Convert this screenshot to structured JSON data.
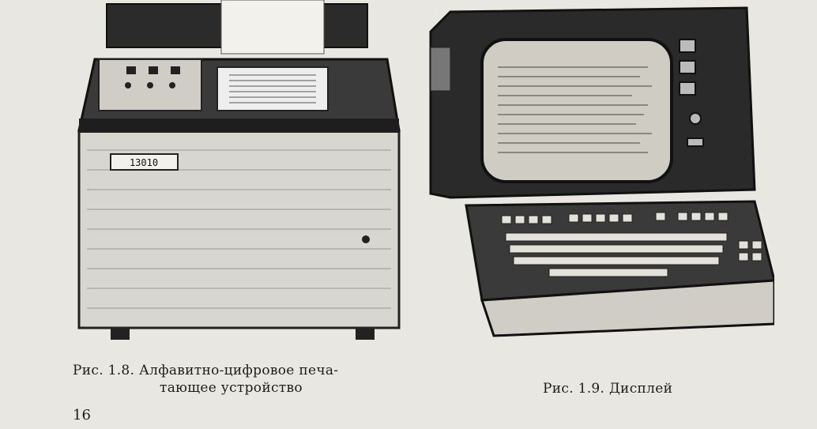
{
  "figure_1_8": {
    "caption_line1": "Рис. 1.8. Алфавитно-цифровое печа-",
    "caption_line2": "тающее устройство",
    "counter_display": "13010"
  },
  "figure_1_9": {
    "caption": "Рис. 1.9. Дисплей"
  },
  "page_number": "16"
}
